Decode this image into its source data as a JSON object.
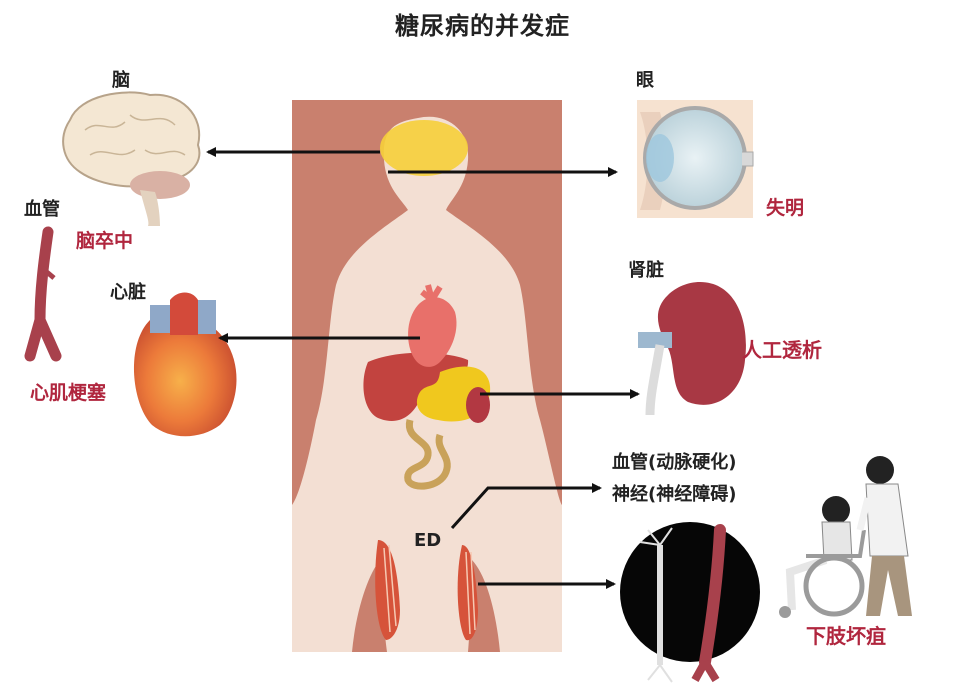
{
  "title": "糖尿病的并发症",
  "labels": {
    "brain": "脑",
    "eye": "眼",
    "blindness": "失明",
    "blood_vessel": "血管",
    "stroke": "脑卒中",
    "heart": "心脏",
    "myocardial_infarction": "心肌梗塞",
    "kidney": "肾脏",
    "dialysis": "人工透析",
    "blood_vessel_sclerosis": "血管(动脉硬化)",
    "nerve_disorder": "神经(神经障碍)",
    "ed": "ED",
    "gangrene": "下肢坏疽"
  },
  "colors": {
    "background_panel": "#c9806e",
    "body_fill": "#f3dfd3",
    "label_red": "#b0263e",
    "arrow": "#111111"
  }
}
